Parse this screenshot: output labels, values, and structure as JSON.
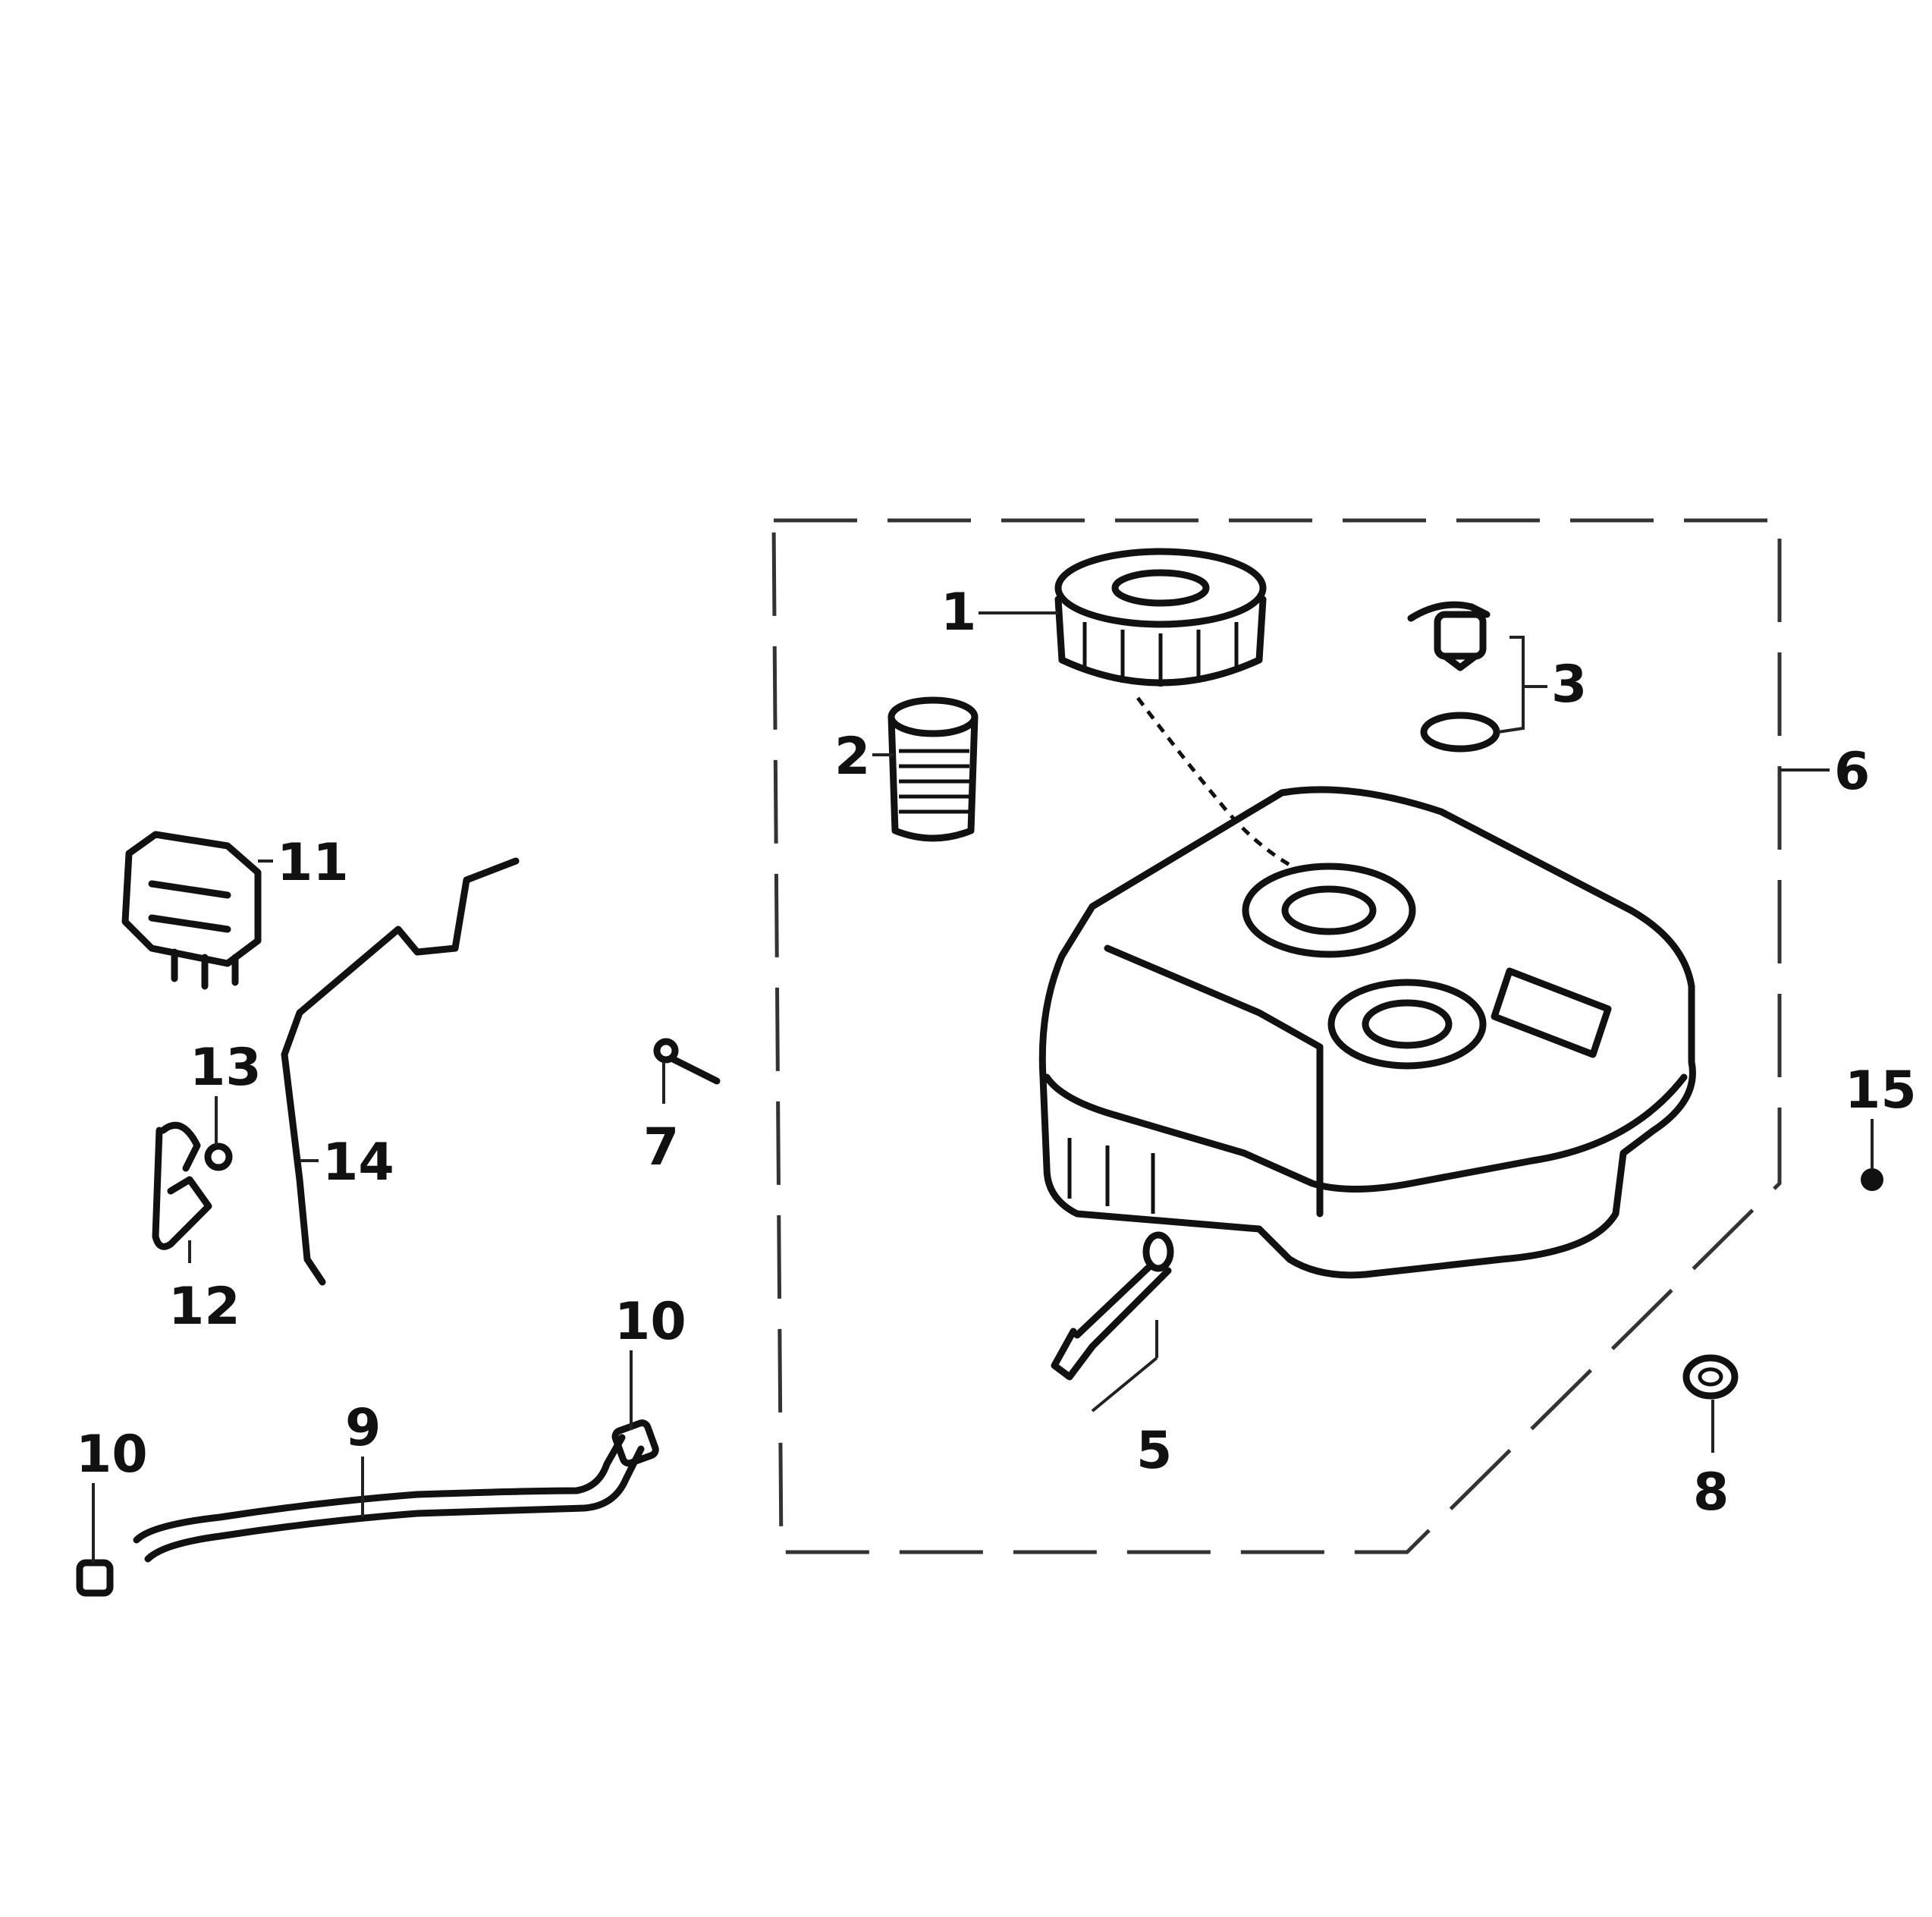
{
  "callouts": [
    "1",
    "2",
    "3",
    "5",
    "6",
    "7",
    "8",
    "9",
    "10",
    "10",
    "11",
    "12",
    "13",
    "14",
    "15"
  ],
  "colors": {
    "line": "#111111",
    "background": "#ffffff"
  }
}
